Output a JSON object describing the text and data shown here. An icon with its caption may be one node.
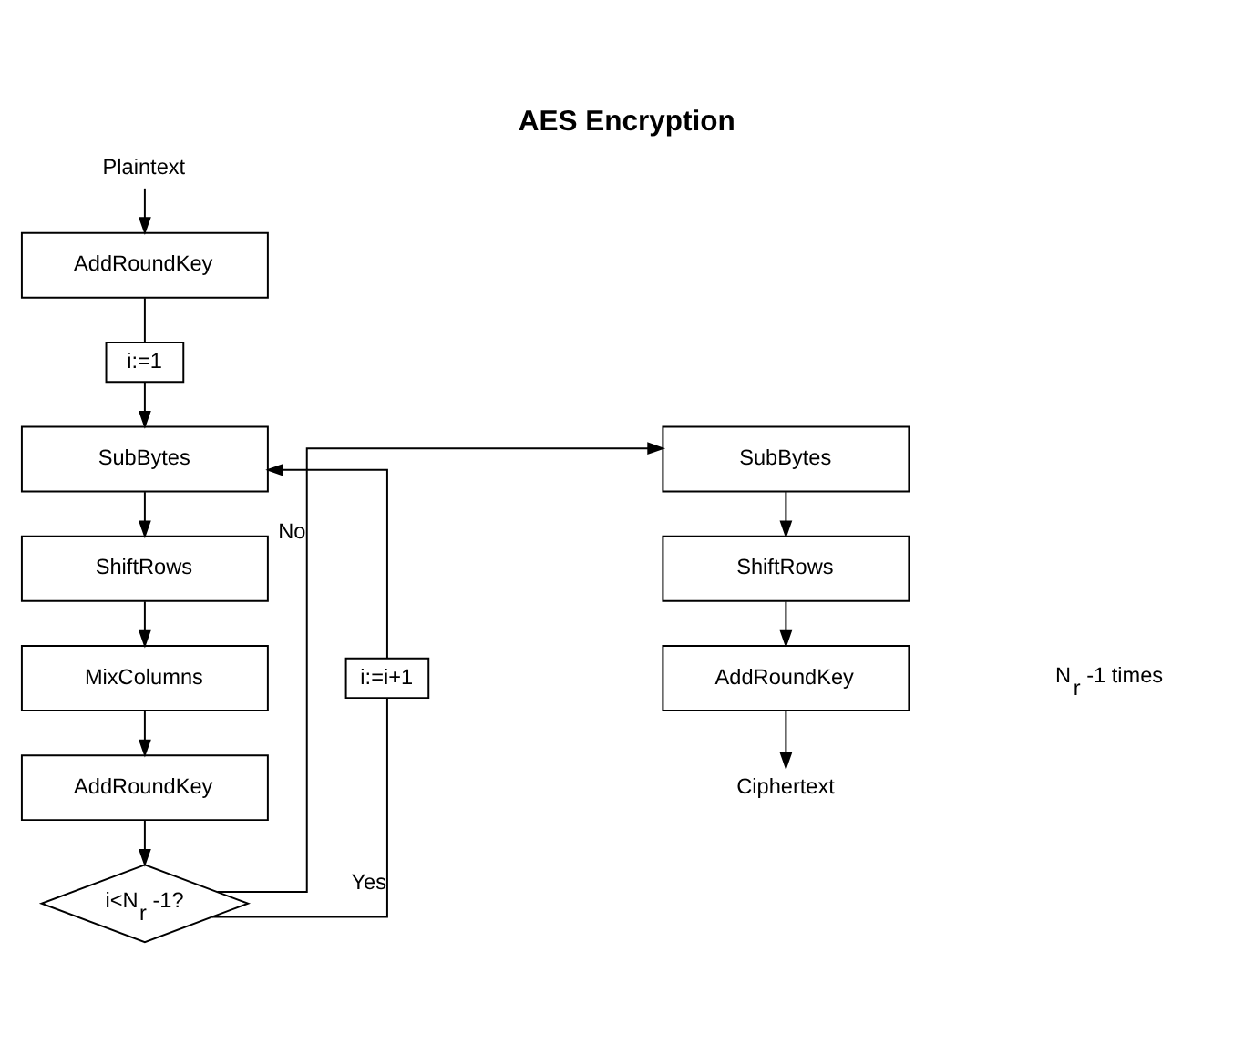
{
  "diagram": {
    "title": "AES Encryption",
    "nodes": [
      {
        "text": [
          "Plaintext"
        ]
      },
      {
        "text": [
          "AddRoundKey"
        ]
      },
      {
        "text": [
          "i:=1"
        ]
      },
      {
        "text": [
          "SubBytes"
        ]
      },
      {
        "text": [
          "ShiftRows"
        ]
      },
      {
        "text": [
          "MixColumns"
        ]
      },
      {
        "text": [
          "AddRoundKey"
        ]
      },
      {
        "text": [
          "i<N$_{r}$ -1?"
        ]
      },
      {
        "text": [
          "i:=i+1"
        ]
      },
      {
        "text": [
          "SubBytes"
        ]
      },
      {
        "text": [
          "ShiftRows"
        ]
      },
      {
        "text": [
          "AddRoundKey"
        ]
      },
      {
        "text": [
          "Ciphertext"
        ]
      }
    ],
    "edges": [
      {
        "from": 0,
        "to": 1,
        "arrow": "to"
      },
      {
        "from": 1,
        "to": 2,
        "arrow": "none"
      },
      {
        "from": 2,
        "to": 3,
        "arrow": "to"
      },
      {
        "from": 3,
        "to": 4,
        "arrow": "to"
      },
      {
        "from": 4,
        "to": 5,
        "arrow": "to"
      },
      {
        "from": 5,
        "to": 6,
        "arrow": "to"
      },
      {
        "from": 6,
        "to": 7,
        "arrow": "to"
      },
      {
        "from": 7,
        "to": 8,
        "label": "Yes",
        "arrow": "none"
      },
      {
        "from": 8,
        "to": 3,
        "arrow": "to"
      },
      {
        "from": 7,
        "to": 9,
        "label": "No",
        "arrow": "to"
      },
      {
        "from": 9,
        "to": 10,
        "arrow": "to"
      },
      {
        "from": 10,
        "to": 11,
        "arrow": "to"
      },
      {
        "from": 11,
        "to": 12,
        "arrow": "to"
      }
    ],
    "labels": [
      "N$_{r}$ -1 times"
    ]
  }
}
